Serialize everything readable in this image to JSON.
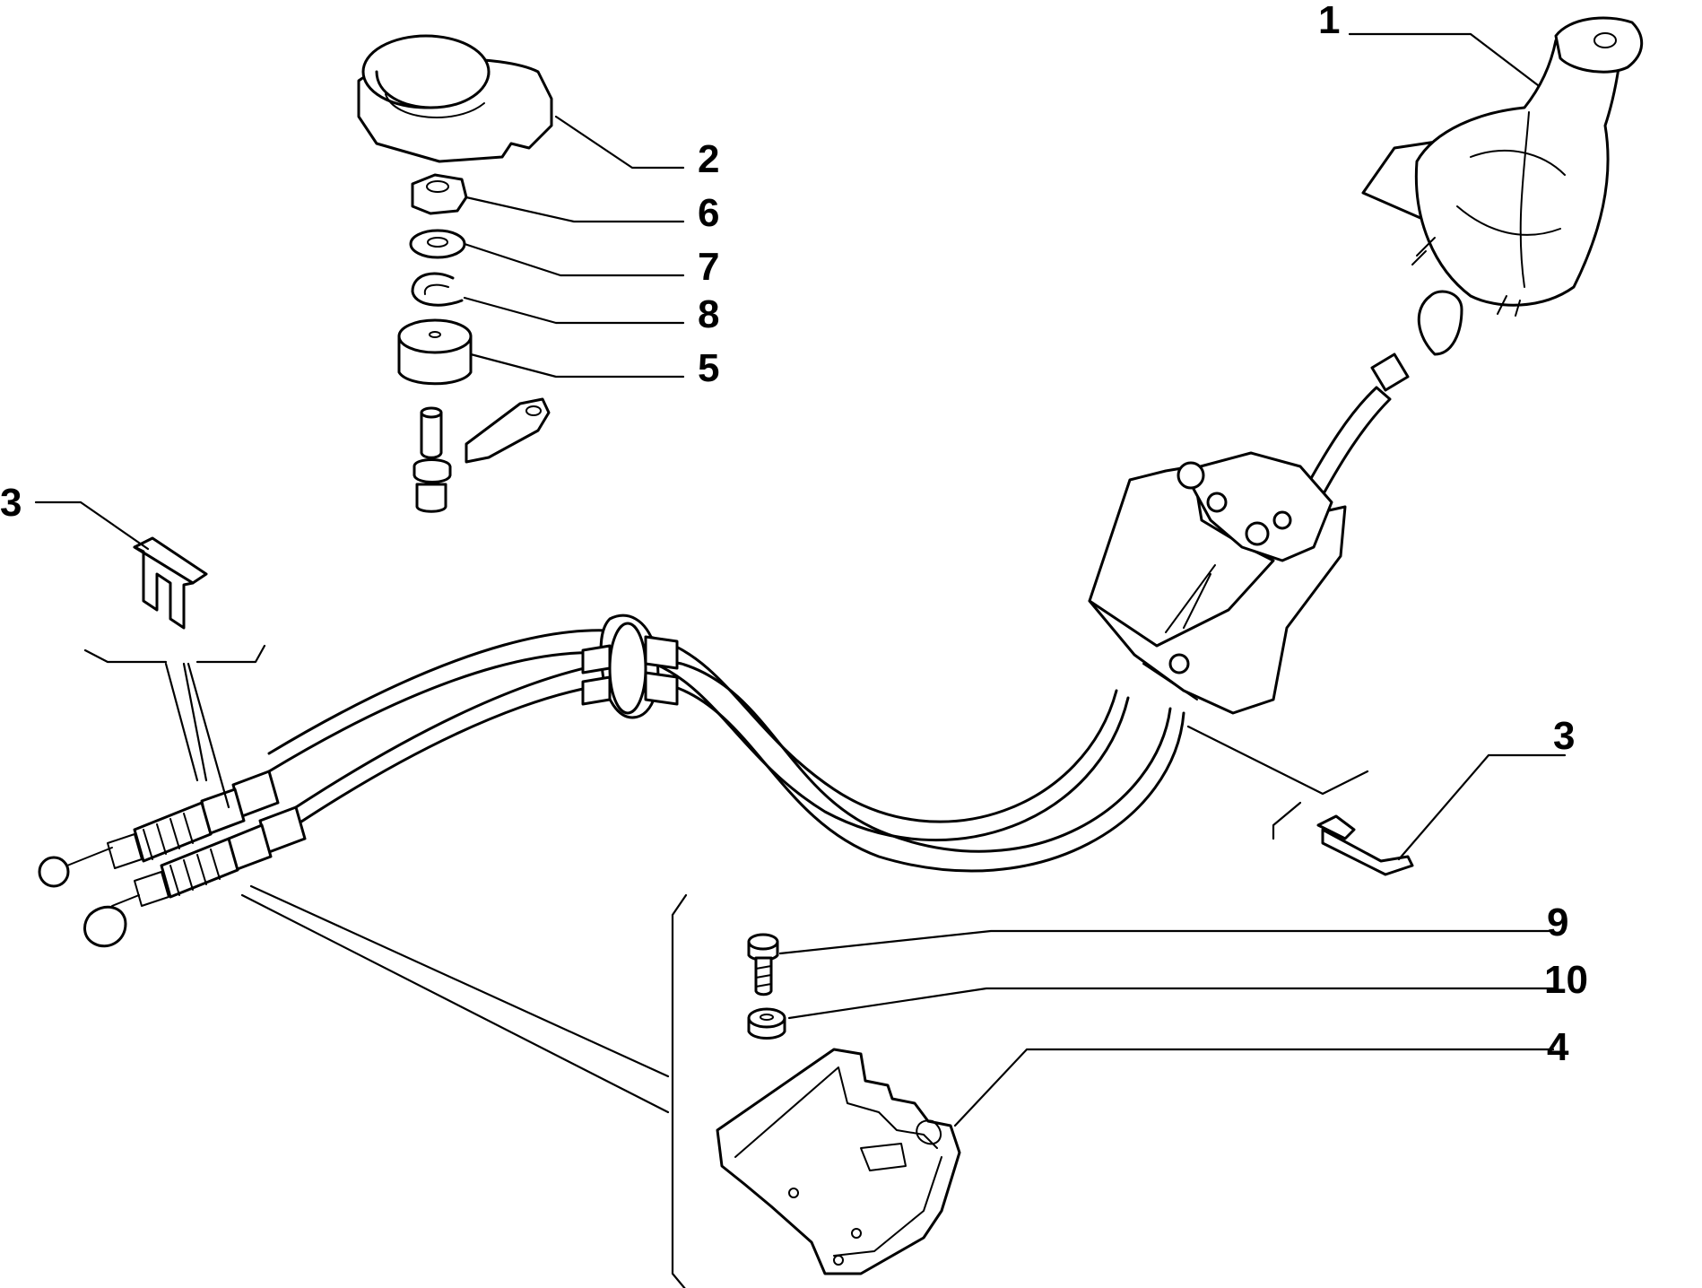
{
  "callouts": {
    "c1": "1",
    "c2": "2",
    "c6": "6",
    "c7": "7",
    "c8": "8",
    "c5": "5",
    "c3_left": "3",
    "c3_right": "3",
    "c9": "9",
    "c10": "10",
    "c4": "4"
  },
  "colors": {
    "line": "#000000",
    "background": "#ffffff"
  }
}
